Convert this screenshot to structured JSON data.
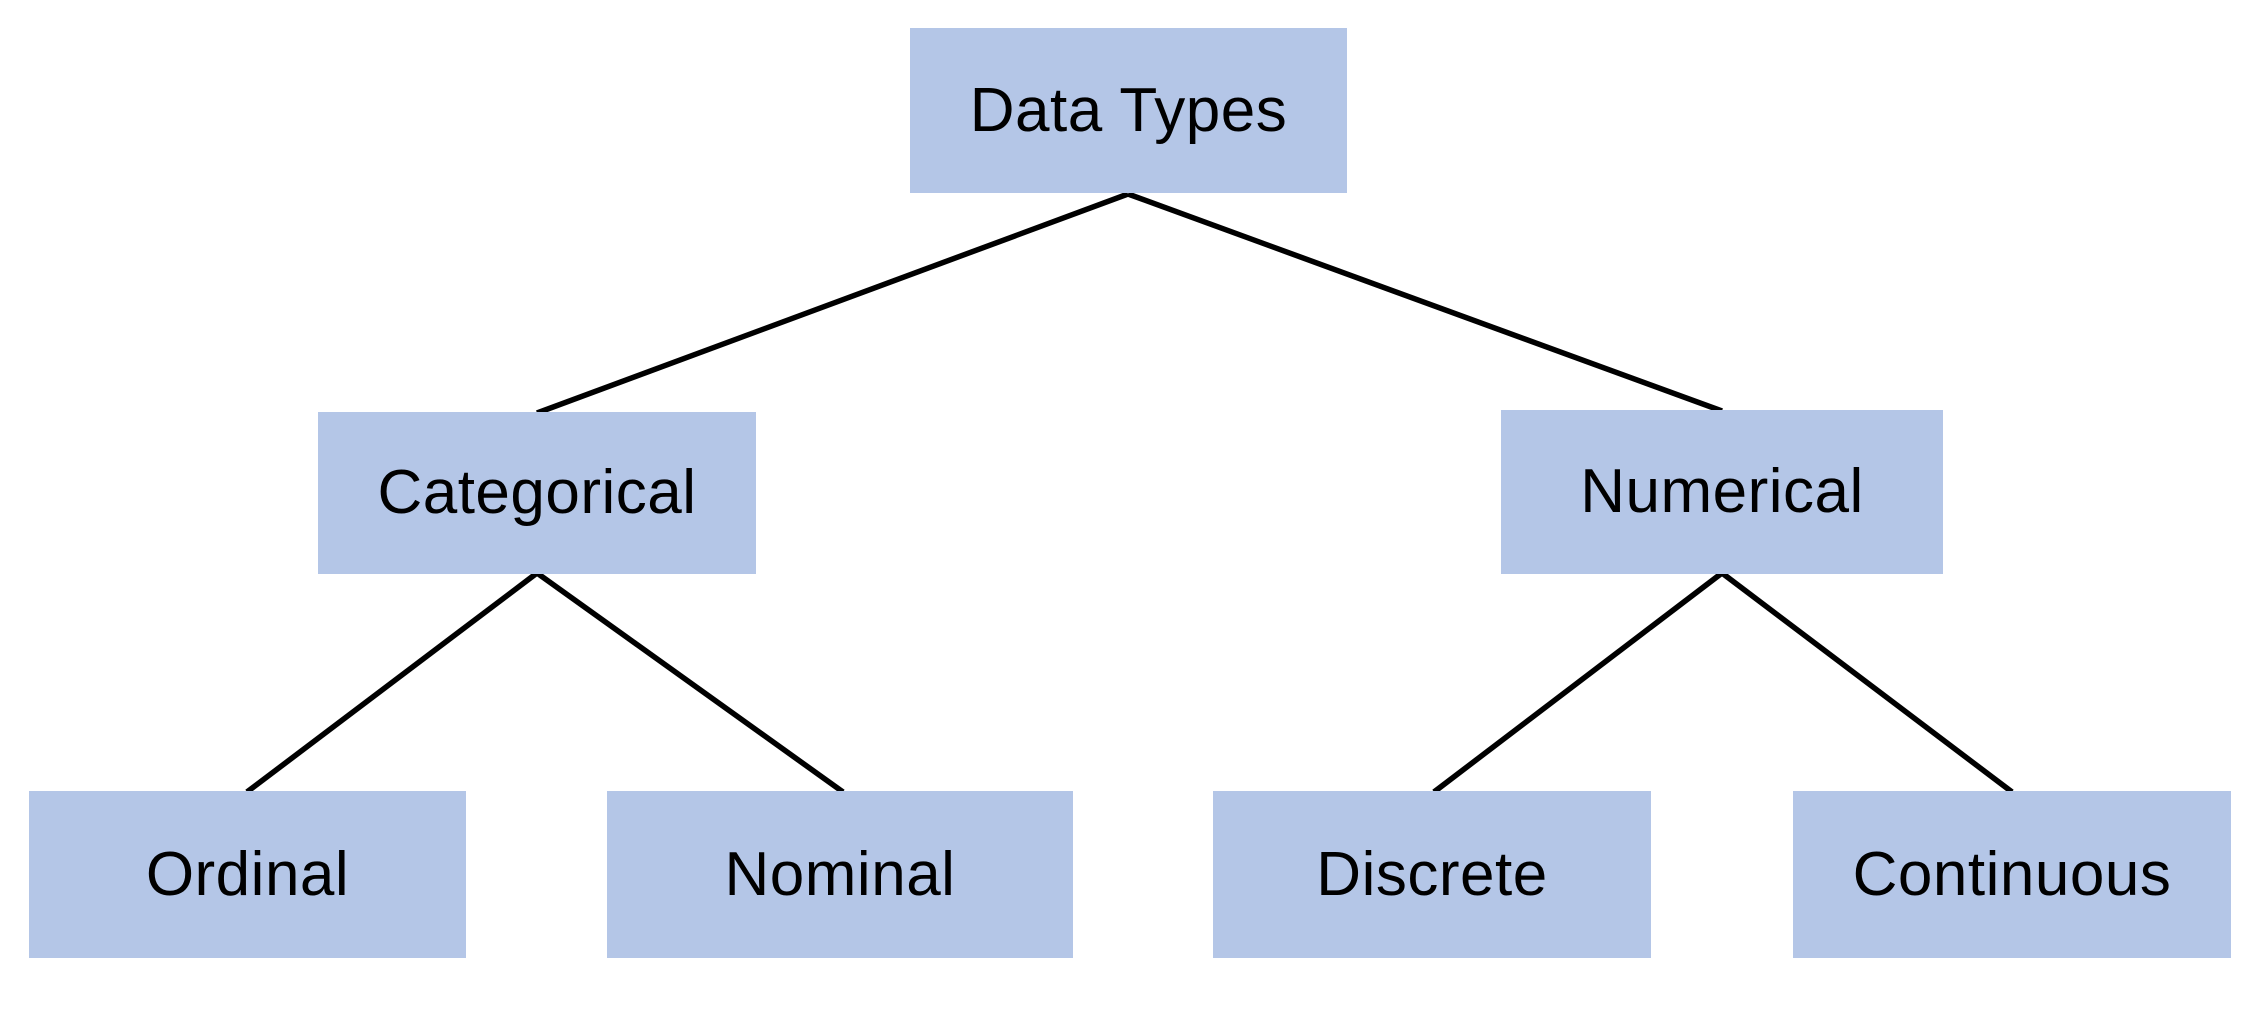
{
  "diagram": {
    "type": "tree",
    "title": "Data Types",
    "colors": {
      "background": "#ffffff",
      "node_fill": "#b4c6e7",
      "line": "#000000",
      "text": "#000000"
    },
    "nodes": {
      "root": {
        "label": "Data Types"
      },
      "categorical": {
        "label": "Categorical"
      },
      "numerical": {
        "label": "Numerical"
      },
      "ordinal": {
        "label": "Ordinal"
      },
      "nominal": {
        "label": "Nominal"
      },
      "discrete": {
        "label": "Discrete"
      },
      "continuous": {
        "label": "Continuous"
      }
    },
    "edges": [
      {
        "from": "Data Types",
        "to": "Categorical"
      },
      {
        "from": "Data Types",
        "to": "Numerical"
      },
      {
        "from": "Categorical",
        "to": "Ordinal"
      },
      {
        "from": "Categorical",
        "to": "Nominal"
      },
      {
        "from": "Numerical",
        "to": "Discrete"
      },
      {
        "from": "Numerical",
        "to": "Continuous"
      }
    ]
  }
}
